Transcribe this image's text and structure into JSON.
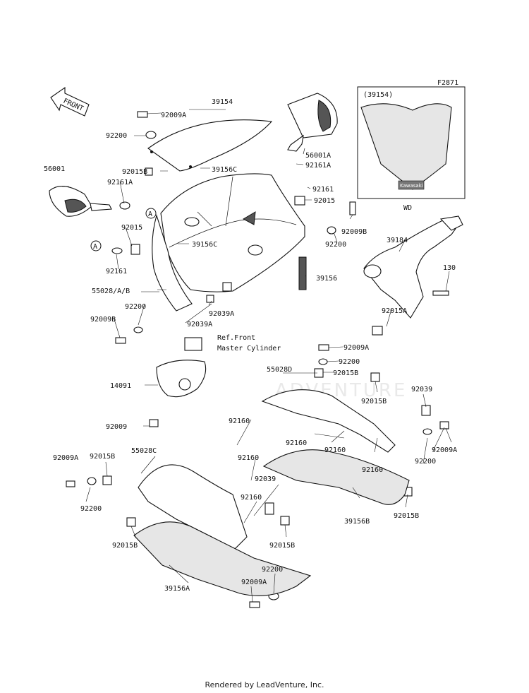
{
  "figure_code": "F2871",
  "front_label": "FRONT",
  "inset": {
    "ref": "(39154)",
    "caption": "WD",
    "brand": "Kawasaki"
  },
  "watermark": "ADVENTURE",
  "ref_note": [
    "Ref.Front",
    "Master Cylinder"
  ],
  "callouts": {
    "c1": "A",
    "c2": "A"
  },
  "labels": {
    "l01": "39154",
    "l02": "92009A",
    "l03": "92200",
    "l04": "56001A",
    "l05": "92161A",
    "l06": "92015B",
    "l07": "39156C",
    "l08": "56001",
    "l09": "92161A",
    "l10": "92161",
    "l11": "92015",
    "l12": "92015",
    "l13": "92009B",
    "l14": "92200",
    "l15": "39156C",
    "l16": "92161",
    "l17": "39184",
    "l18": "55028/A/B",
    "l19": "39156",
    "l20": "130",
    "l21": "92200",
    "l22": "92039A",
    "l23": "92015A",
    "l24": "92009B",
    "l25": "92039A",
    "l26": "92009A",
    "l27": "92200",
    "l28": "55028D",
    "l29": "92015B",
    "l30": "14091",
    "l31": "92015B",
    "l32": "92039",
    "l33": "92009",
    "l34": "92160",
    "l35": "92160",
    "l36": "92160",
    "l37": "92009A",
    "l38": "92200",
    "l39": "92009A",
    "l40": "92015B",
    "l41": "55028C",
    "l42": "92160",
    "l43": "92160",
    "l44": "92039",
    "l45": "92200",
    "l46": "92160",
    "l47": "39156B",
    "l48": "92015B",
    "l49": "92015B",
    "l50": "92015B",
    "l51": "92200",
    "l52": "39156A",
    "l53": "92009A"
  },
  "footer": "Rendered by LeadVenture, Inc."
}
